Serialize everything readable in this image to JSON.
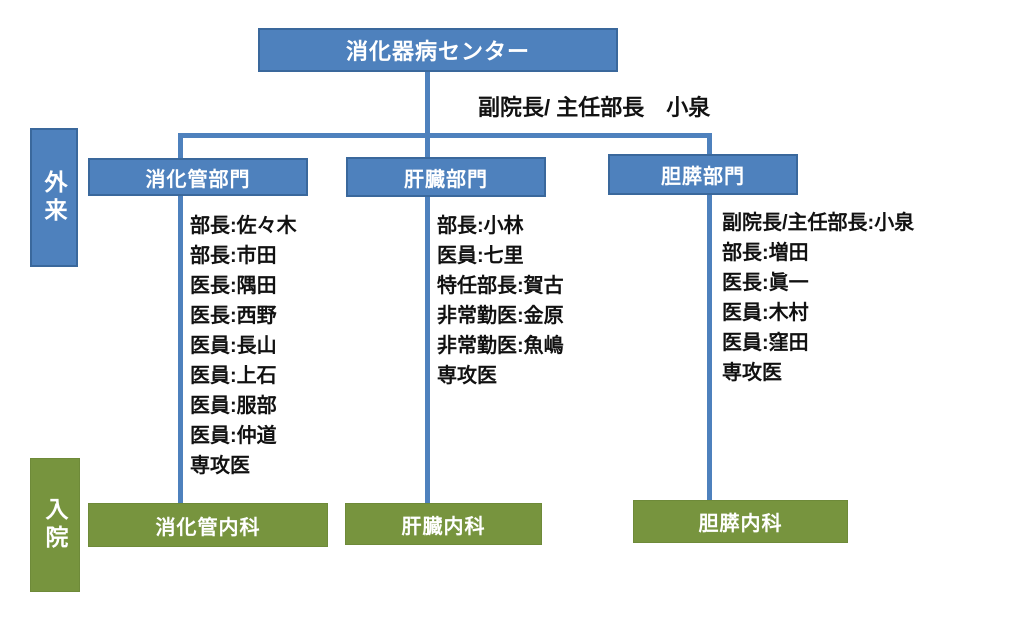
{
  "colors": {
    "background": "#ffffff",
    "box_blue": "#4e81bd",
    "box_blue_border": "#3a689c",
    "box_green": "#77943e",
    "box_green_border": "#6e8a39",
    "line_blue": "#4e81bd",
    "box_text": "#ffffff",
    "text_black": "#111111"
  },
  "header": {
    "title": "消化器病センター",
    "deputy_note": "副院長/ 主任部長　小泉"
  },
  "row_labels": {
    "outpatient": "外来",
    "inpatient": "入院"
  },
  "departments": [
    {
      "name": "消化管部門",
      "staff": [
        "部長:佐々木",
        "部長:市田",
        "医長:隅田",
        "医長:西野",
        "医員:長山",
        "医員:上石",
        "医員:服部",
        "医員:仲道",
        "専攻医"
      ],
      "ward": "消化管内科"
    },
    {
      "name": "肝臓部門",
      "staff": [
        "部長:小林",
        "医員:七里",
        "特任部長:賀古",
        "非常勤医:金原",
        "非常勤医:魚嶋",
        "専攻医"
      ],
      "ward": "肝臓内科"
    },
    {
      "name": "胆膵部門",
      "staff": [
        "副院長/主任部長:小泉",
        "部長:増田",
        "医長:眞一",
        "医員:木村",
        "医員:窪田",
        "専攻医"
      ],
      "ward": "胆膵内科"
    }
  ]
}
